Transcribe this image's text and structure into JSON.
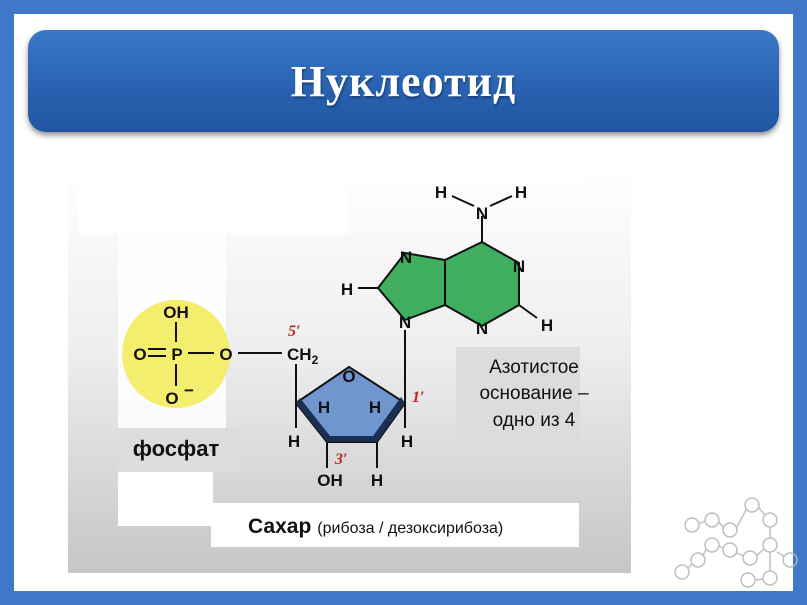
{
  "slide": {
    "title": "Нуклеотид"
  },
  "phosphate": {
    "label": "фосфат",
    "atoms": {
      "oh": "OH",
      "o_left": "O",
      "p": "P",
      "o_right": "O",
      "o_minus": "O",
      "minus": "−"
    },
    "circle_color": "#f4ee6e"
  },
  "sugar": {
    "label_main": "Сахар",
    "label_detail": "(рибоза / дезоксирибоза)",
    "ring_color": "#6f96cf",
    "atoms": {
      "ch2": "CH",
      "ch2_sub": "2",
      "o_ring": "O",
      "h_in_left": "H",
      "h_in_right": "H",
      "h_out_left": "H",
      "h_out_right": "H",
      "oh": "OH",
      "h_bottom": "H"
    },
    "carbon_labels": {
      "c5": "5′",
      "c1": "1′",
      "c3": "3′"
    }
  },
  "base": {
    "label_line1": "Азотистое",
    "label_line2": "основание –",
    "label_line3": "одно из 4",
    "ring_color": "#3fae5f",
    "atoms": {
      "h_top_left": "H",
      "h_top_right": "H",
      "n_amino": "N",
      "n7": "N",
      "n1": "N",
      "h8": "H",
      "n9": "N",
      "n3": "N",
      "h2": "H"
    }
  },
  "decoration": {
    "icon": "molecule-watermark-icon"
  }
}
